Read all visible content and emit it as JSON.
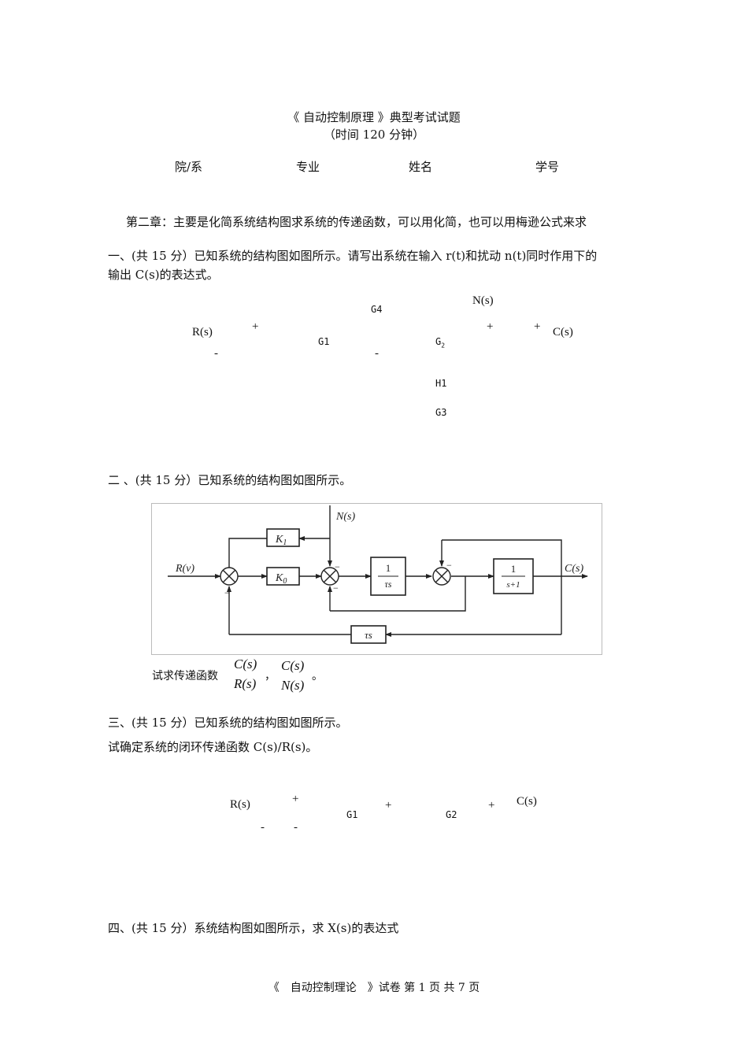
{
  "header": {
    "title": "《 自动控制原理 》典型考试试题",
    "subtitle": "（时间 120 分钟）",
    "fields": [
      "院/系",
      "专业",
      "姓名",
      "学号"
    ]
  },
  "chapter_note": "第二章：主要是化简系统结构图求系统的传递函数，可以用化简，也可以用梅逊公式来求",
  "q1": {
    "line1": "一、(共 15 分）已知系统的结构图如图所示。请写出系统在输入 r(t)和扰动 n(t)同时作用下的",
    "line2": "输出 C(s)的表达式。",
    "labels": {
      "ns": "N(s)",
      "g4": "G4",
      "rs": "R(s)",
      "plus1": "+",
      "g1": "G1",
      "g2": "G",
      "g2sub": "2",
      "plus2": "+",
      "plus3": "+",
      "cs": "C(s)",
      "minus1": "-",
      "minus2": "-",
      "h1": "H1",
      "g3": "G3"
    }
  },
  "q2": {
    "heading": "二 、(共 15 分）已知系统的结构图如图所示。",
    "diagram": {
      "rv": "R(v)",
      "ns": "N(s)",
      "k1": "K",
      "k1sub": "1",
      "k0": "K",
      "k0sub": "0",
      "one": "1",
      "taus_den": "τs",
      "one2": "1",
      "s1_den": "s+1",
      "cs": "C(s)",
      "taus": "τs",
      "minus": "−"
    },
    "ask": "试求传递函数",
    "f1_num": "C(s)",
    "f1_den": "R(s)",
    "comma": "，",
    "f2_num": "C(s)",
    "f2_den": "N(s)",
    "period": "。"
  },
  "q3": {
    "heading": "三、(共 15 分）已知系统的结构图如图所示。",
    "ask": "试确定系统的闭环传递函数 C(s)/R(s)。",
    "labels": {
      "rs": "R(s)",
      "plus1": "+",
      "g1": "G1",
      "plus2": "+",
      "g2": "G2",
      "plus3": "+",
      "cs": "C(s)",
      "minus1": "-",
      "minus2": "-"
    }
  },
  "q4": {
    "heading": "四、(共 15 分）系统结构图如图所示，求 X(s)的表达式"
  },
  "footer": "《　自动控制理论　》试卷 第 1 页 共 7 页"
}
